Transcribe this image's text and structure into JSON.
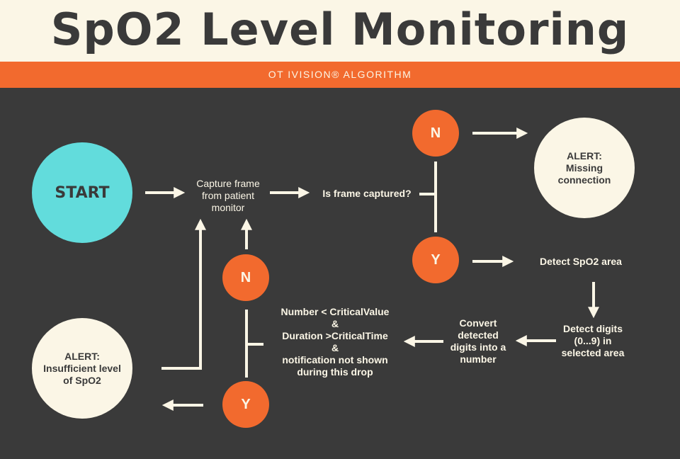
{
  "header": {
    "title": "SpO2 Level Monitoring",
    "subtitle": "OT IVISION® ALGORITHM"
  },
  "colors": {
    "background": "#3a3a3a",
    "cream": "#fbf6e6",
    "orange": "#f26a2e",
    "cyan": "#62dcdc"
  },
  "nodes": {
    "start": "START",
    "capture_frame": [
      "Capture frame",
      "from patient",
      "monitor"
    ],
    "is_frame_captured": "Is frame captured?",
    "decision_no_1": "N",
    "decision_yes_1": "Y",
    "alert_missing": [
      "ALERT:",
      "Missing",
      "connection"
    ],
    "detect_area": "Detect SpO2 area",
    "detect_digits": [
      "Detect digits",
      "(0...9) in",
      "selected area"
    ],
    "convert": [
      "Convert",
      "detected",
      "digits into a",
      "number"
    ],
    "condition": [
      "Number < CriticalValue",
      "&",
      "Duration >CriticalTime",
      "&",
      "notification not shown",
      "during this drop"
    ],
    "decision_no_2": "N",
    "decision_yes_2": "Y",
    "alert_insufficient": [
      "ALERT:",
      "Insufficient level",
      "of SpO2"
    ]
  }
}
